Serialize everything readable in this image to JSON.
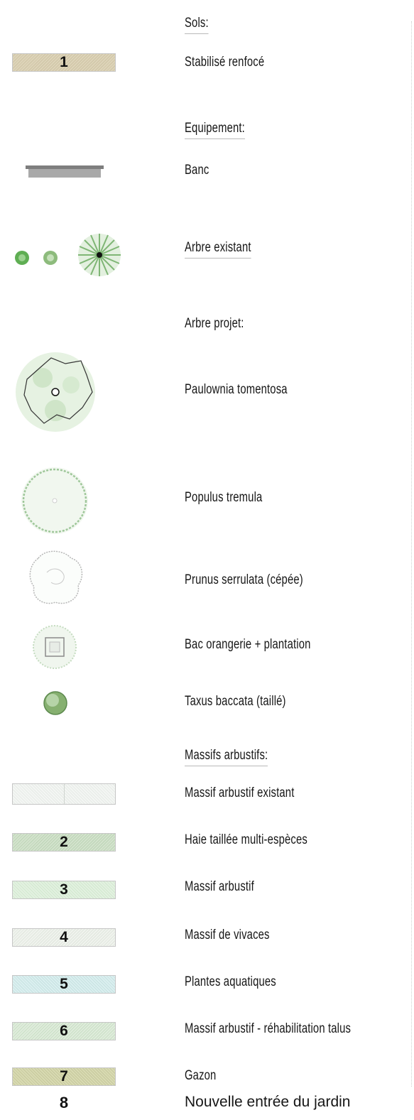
{
  "headings": {
    "sols": "Sols:",
    "equipement": "Equipement:",
    "arbre_projet": "Arbre projet:",
    "massifs": "Massifs arbustifs:"
  },
  "items": {
    "stabilise": {
      "num": "1",
      "label": "Stabilisé renfocé",
      "color": "#dcd2b6"
    },
    "banc": {
      "label": "Banc",
      "color": "#9a9a9a"
    },
    "arbre_existant": {
      "label": "Arbre existant",
      "color": "#6fb866"
    },
    "paulownia": {
      "label": "Paulownia tomentosa"
    },
    "populus": {
      "label": "Populus tremula"
    },
    "prunus": {
      "label": "Prunus serrulata (cépée)"
    },
    "bac": {
      "label": "Bac orangerie + plantation"
    },
    "taxus": {
      "label": "Taxus baccata (taillé)",
      "color": "#7fae6a"
    },
    "massif_existant": {
      "label": "Massif arbustif existant",
      "color": "#eef1ee"
    },
    "haie": {
      "num": "2",
      "label": "Haie taillée multi-espèces",
      "color": "#cfe0c9"
    },
    "massif": {
      "num": "3",
      "label": "Massif arbustif",
      "color": "#ddeedb"
    },
    "vivaces": {
      "num": "4",
      "label": "Massif de vivaces",
      "color": "#ebefe8"
    },
    "aquatiques": {
      "num": "5",
      "label": "Plantes aquatiques",
      "color": "#d6ecea"
    },
    "talus": {
      "num": "6",
      "label": "Massif arbustif - réhabilitation talus",
      "color": "#dbead8"
    },
    "gazon": {
      "num": "7",
      "label": "Gazon",
      "color": "#d3d5ad"
    },
    "entree": {
      "num": "8",
      "label": "Nouvelle entrée du jardin"
    }
  }
}
